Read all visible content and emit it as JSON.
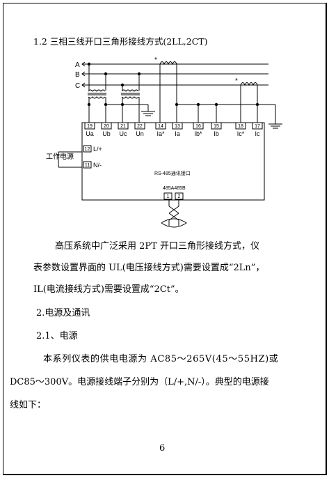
{
  "section_title": "1.2 三相三线开口三角形接线方式(2LL,2CT)",
  "diagram": {
    "phase_labels": [
      "A",
      "B",
      "C"
    ],
    "terminals": [
      {
        "num": "19",
        "label": "Ua"
      },
      {
        "num": "20",
        "label": "Ub"
      },
      {
        "num": "21",
        "label": "Uc"
      },
      {
        "num": "22",
        "label": "Un"
      },
      {
        "num": "14",
        "label": "Ia*"
      },
      {
        "num": "13",
        "label": "Ia"
      },
      {
        "num": "16",
        "label": "Ib*"
      },
      {
        "num": "15",
        "label": "Ib"
      },
      {
        "num": "18",
        "label": "Ic*"
      },
      {
        "num": "17",
        "label": "Ic"
      }
    ],
    "power_label": "工作电源",
    "power_terminals": [
      {
        "num": "12",
        "label": "L/+"
      },
      {
        "num": "11",
        "label": "N/-"
      }
    ],
    "rs485_port": "RS-485通讯接口",
    "rs485_pins_label": "485A485B",
    "rs485_pins": [
      "1",
      "2"
    ],
    "ct_marker": "*"
  },
  "paragraph1": {
    "line1": "高压系统中广泛采用 2PT 开口三角形接线方式，仪",
    "line2": "表参数设置界面的 UL(电压接线方式)需要设置成“2Ln”，",
    "line3": "IL(电流接线方式)需要设置成“2Ct”。"
  },
  "heading2": "2.电源及通讯",
  "heading21": "2.1、电源",
  "paragraph2": {
    "line1": "本系列仪表的供电电源为 AC85～265V(45～55HZ)或",
    "line2": "DC85～300V。电源接线端子分别为（L/+,N/-）。典型的电源接",
    "line3": "线如下："
  },
  "page_number": "6"
}
